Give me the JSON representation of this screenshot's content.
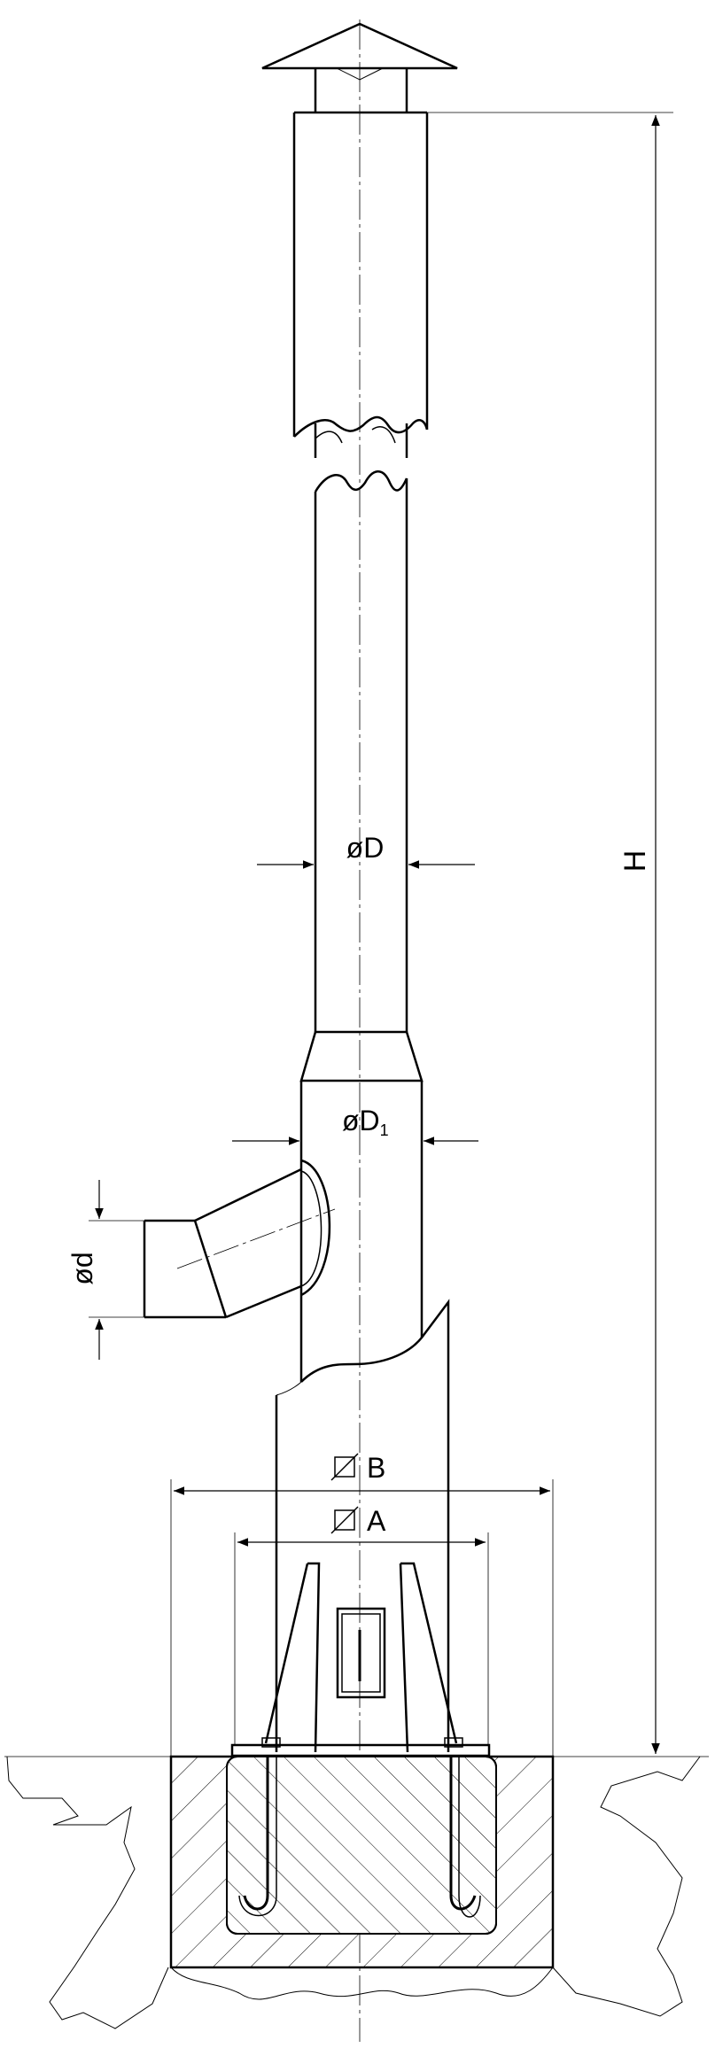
{
  "diagram": {
    "labels": {
      "height": "H",
      "diameter_D": "øD",
      "diameter_D1": "øD",
      "diameter_D1_subscript": "1",
      "diameter_d": "ød",
      "square_B": "B",
      "square_A": "A"
    },
    "colors": {
      "line": "#000000",
      "background": "#ffffff"
    }
  }
}
